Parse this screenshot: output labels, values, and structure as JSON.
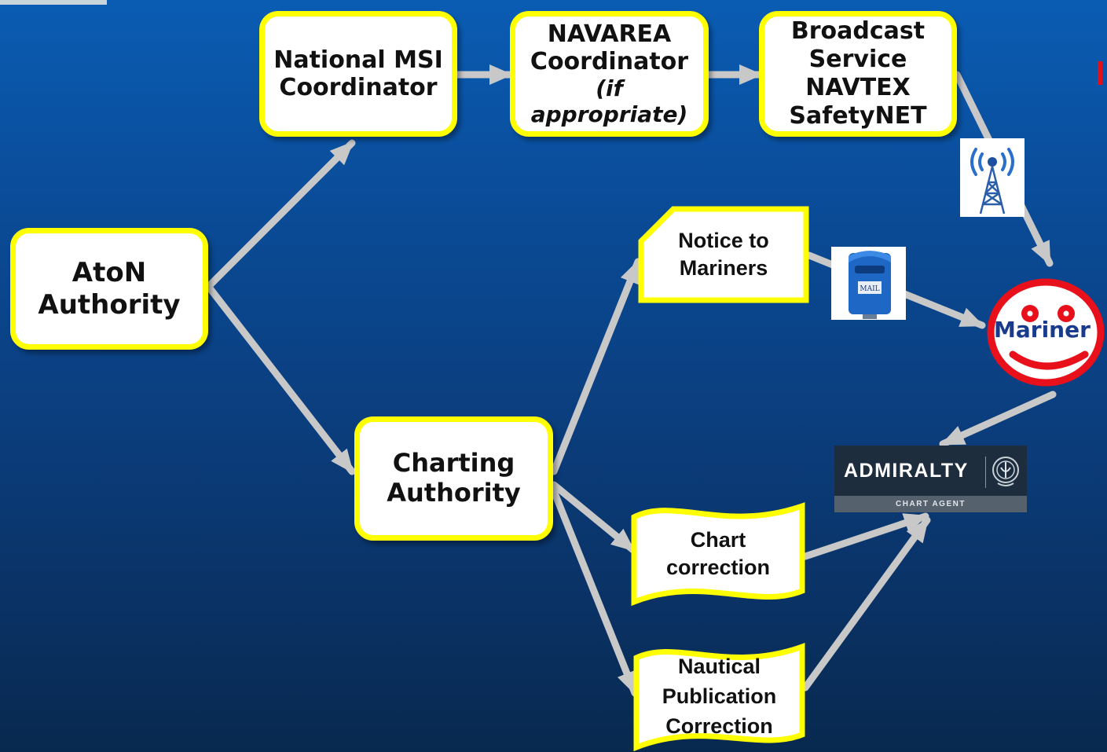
{
  "nodes": {
    "aton": [
      "AtoN",
      "Authority"
    ],
    "national_msi": [
      "National MSI",
      "Coordinator"
    ],
    "navarea": [
      "NAVAREA",
      "Coordinator",
      "(if appropriate)"
    ],
    "broadcast": [
      "Broadcast",
      "Service",
      "NAVTEX",
      "SafetyNET"
    ],
    "charting": [
      "Charting",
      "Authority"
    ],
    "notice": [
      "Notice to",
      "Mariners"
    ],
    "chart_correction": [
      "Chart",
      "correction"
    ],
    "nautical_pub": [
      "Nautical",
      "Publication",
      "Correction"
    ],
    "mariner": "Mariner"
  },
  "admiralty": {
    "name": "ADMIRALTY",
    "sub": "CHART AGENT"
  },
  "mailbox_label": "MAIL",
  "icons": [
    "radio-tower-icon",
    "mailbox-icon",
    "admiralty-logo",
    "smiley-face"
  ],
  "colors": {
    "box_border": "#ffff00",
    "arrow": "#c8c8c8",
    "mariner_ring": "#e8101a",
    "mariner_text": "#1a3b8c",
    "admiralty_bg": "#1e2d3e"
  }
}
